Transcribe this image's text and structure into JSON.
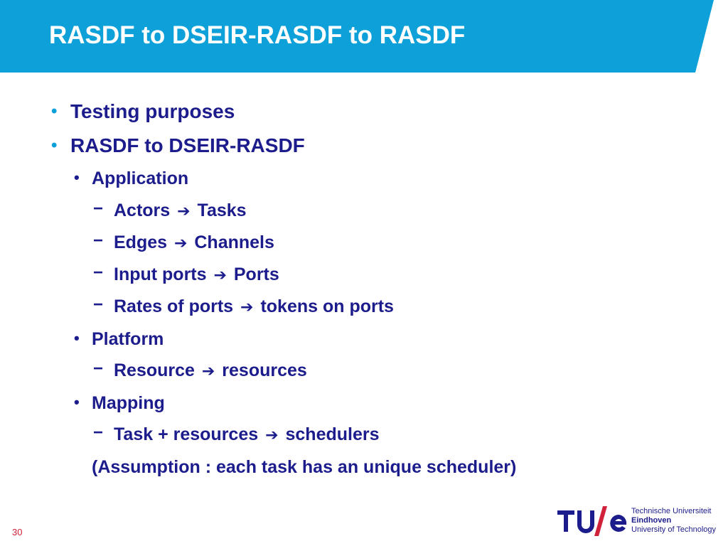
{
  "slide": {
    "title": "RASDF to DSEIR-RASDF to RASDF",
    "page_number": "30"
  },
  "outline": {
    "item1": {
      "text": "Testing purposes"
    },
    "item2": {
      "text": "RASDF to DSEIR-RASDF"
    },
    "application": {
      "label": "Application",
      "sub": [
        {
          "from": "Actors",
          "to": "Tasks"
        },
        {
          "from": "Edges",
          "to": "Channels"
        },
        {
          "from": "Input ports",
          "to": "Ports"
        },
        {
          "from": "Rates of ports",
          "to": "tokens on ports"
        }
      ]
    },
    "platform": {
      "label": "Platform",
      "sub": [
        {
          "from": "Resource",
          "to": "resources"
        }
      ]
    },
    "mapping": {
      "label": "Mapping",
      "sub": [
        {
          "from": "Task + resources",
          "to": "schedulers"
        }
      ],
      "note": "(Assumption : each task has an unique scheduler)"
    }
  },
  "logo": {
    "line1": "Technische Universiteit",
    "line2": "Eindhoven",
    "line3": "University of Technology"
  },
  "colors": {
    "title_band": "#0ea0d8",
    "text": "#1c1c8c",
    "bullet": "#0ea0d8",
    "page_number": "#d0203a",
    "logo_slash": "#d0203a"
  }
}
